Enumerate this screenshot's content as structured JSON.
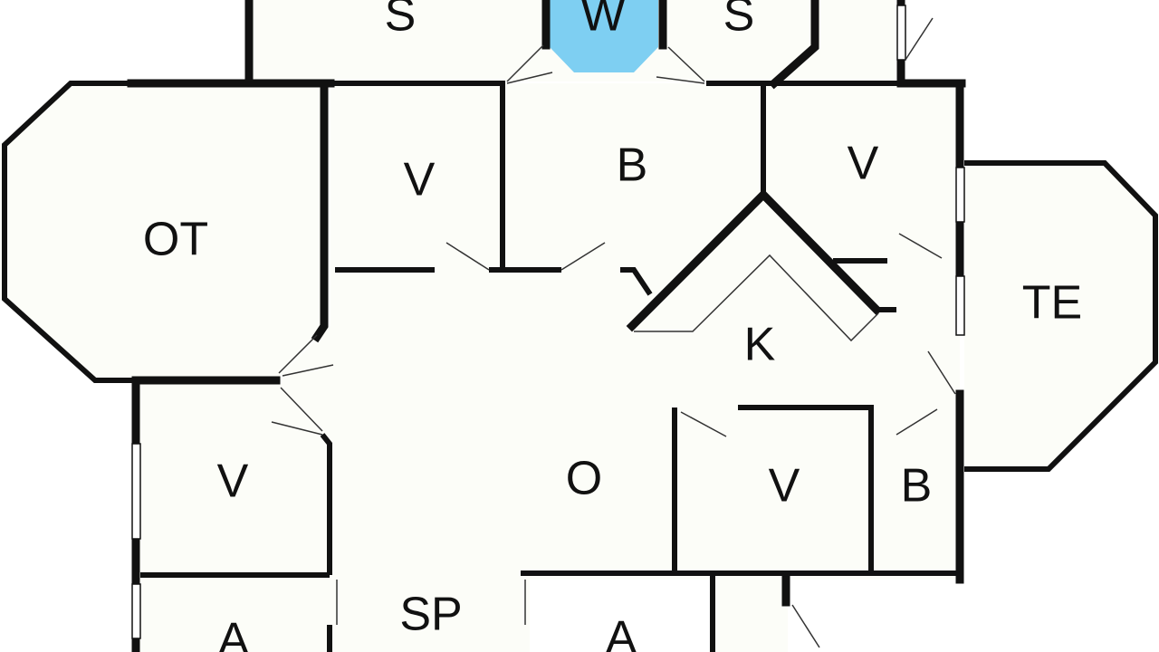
{
  "colors": {
    "background": "#ffffff",
    "floor": "#fcfdf8",
    "wall": "#111111",
    "highlight": "#7ecff2"
  },
  "rooms": {
    "s_left": "S",
    "w": "W",
    "s_right": "S",
    "ot": "OT",
    "v_upper_left": "V",
    "b_upper": "B",
    "v_upper_right": "V",
    "te": "TE",
    "k": "K",
    "v_lower_left": "V",
    "o": "O",
    "v_lower_mid": "V",
    "b_lower": "B",
    "sp": "SP",
    "a_left": "A",
    "a_right": "A"
  }
}
